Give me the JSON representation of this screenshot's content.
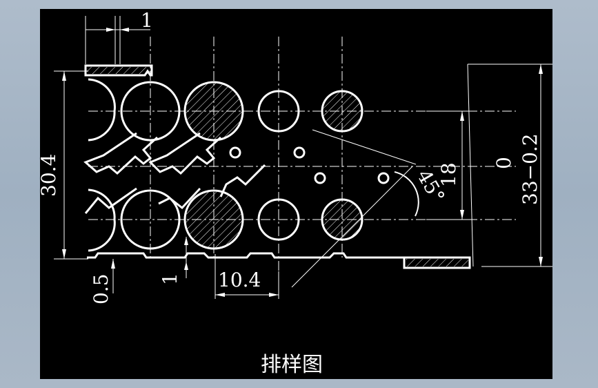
{
  "drawing": {
    "caption": "排样图",
    "dims": {
      "pitch_top": "1",
      "height_total": "30.4",
      "offset_left": "0.5",
      "offset_bottom": "1",
      "pitch": "10.4",
      "angle": "45°",
      "row_spacing": "18",
      "tol_upper": "0",
      "width": "33−0.2"
    }
  },
  "colors": {
    "background": "#000000",
    "line": "#ffffff",
    "center_line": "#ffffff",
    "frame": "#a6b5c5"
  }
}
